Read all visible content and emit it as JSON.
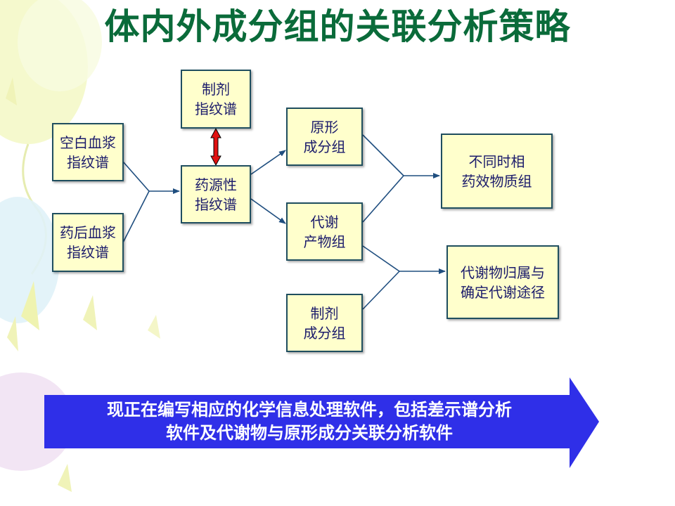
{
  "title": "体内外成分组的关联分析策略",
  "boxes": {
    "blank_plasma": [
      "空白血浆",
      "指纹谱"
    ],
    "dosed_plasma": [
      "药后血浆",
      "指纹谱"
    ],
    "prep_fingerprint": [
      "制剂",
      "指纹谱"
    ],
    "pharmacokinetic_fingerprint": [
      "药源性",
      "指纹谱"
    ],
    "prototype_group": [
      "原形",
      "成分组"
    ],
    "metabolite_group": [
      "代谢",
      "产物组"
    ],
    "prep_component_group": [
      "制剂",
      "成分组"
    ],
    "efficacy_group": [
      "不同时相",
      "药效物质组"
    ],
    "metabolite_attribution": [
      "代谢物归属与",
      "确定代谢途径"
    ]
  },
  "banner": {
    "lines": [
      "现正在编写相应的化学信息处理软件，包括差示谱分析",
      "软件及代谢物与原形成分关联分析软件"
    ]
  },
  "colors": {
    "title": "#0a6b3a",
    "box_fill": "#ffffcc",
    "box_border": "#1f4e5f",
    "box_text": "#1b1b6b",
    "arrow": "#1f4e7f",
    "double_arrow": "#e01010",
    "banner_fill": "#2f2fe8"
  }
}
